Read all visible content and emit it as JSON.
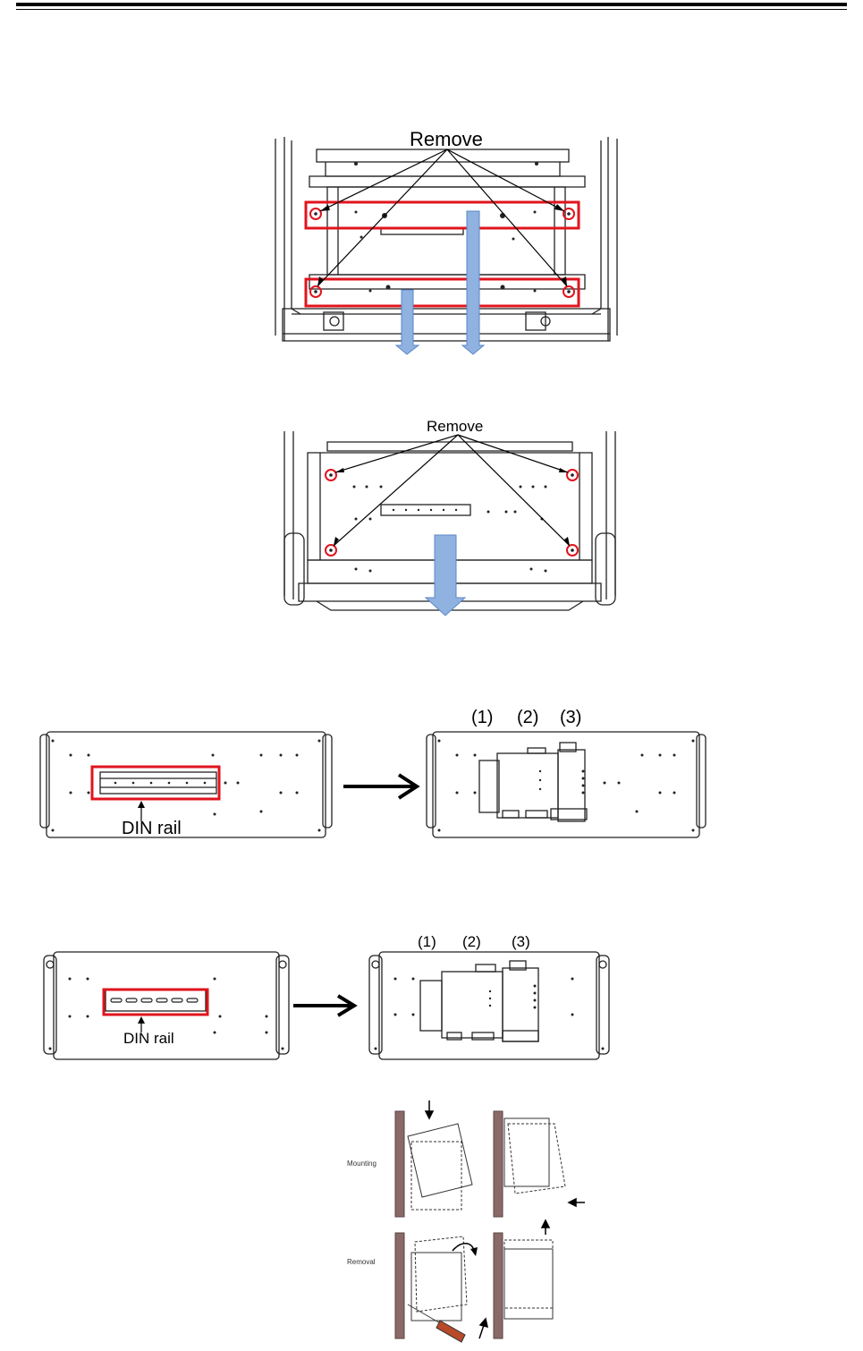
{
  "figure1": {
    "callout": "Remove"
  },
  "figure2": {
    "callout": "Remove"
  },
  "figure3": {
    "rail_label": "DIN rail",
    "modules": [
      "(1)",
      "(2)",
      "(3)"
    ]
  },
  "figure4": {
    "rail_label": "DIN rail",
    "modules": [
      "(1)",
      "(2)",
      "(3)"
    ]
  },
  "figure5": {
    "row_labels": [
      "Mounting",
      "Removal"
    ]
  },
  "colors": {
    "highlight": "#e0141e",
    "arrow_fill": "#8fb2e0",
    "arrow_edge": "#5b87c8",
    "wall": "#8a6a66"
  }
}
